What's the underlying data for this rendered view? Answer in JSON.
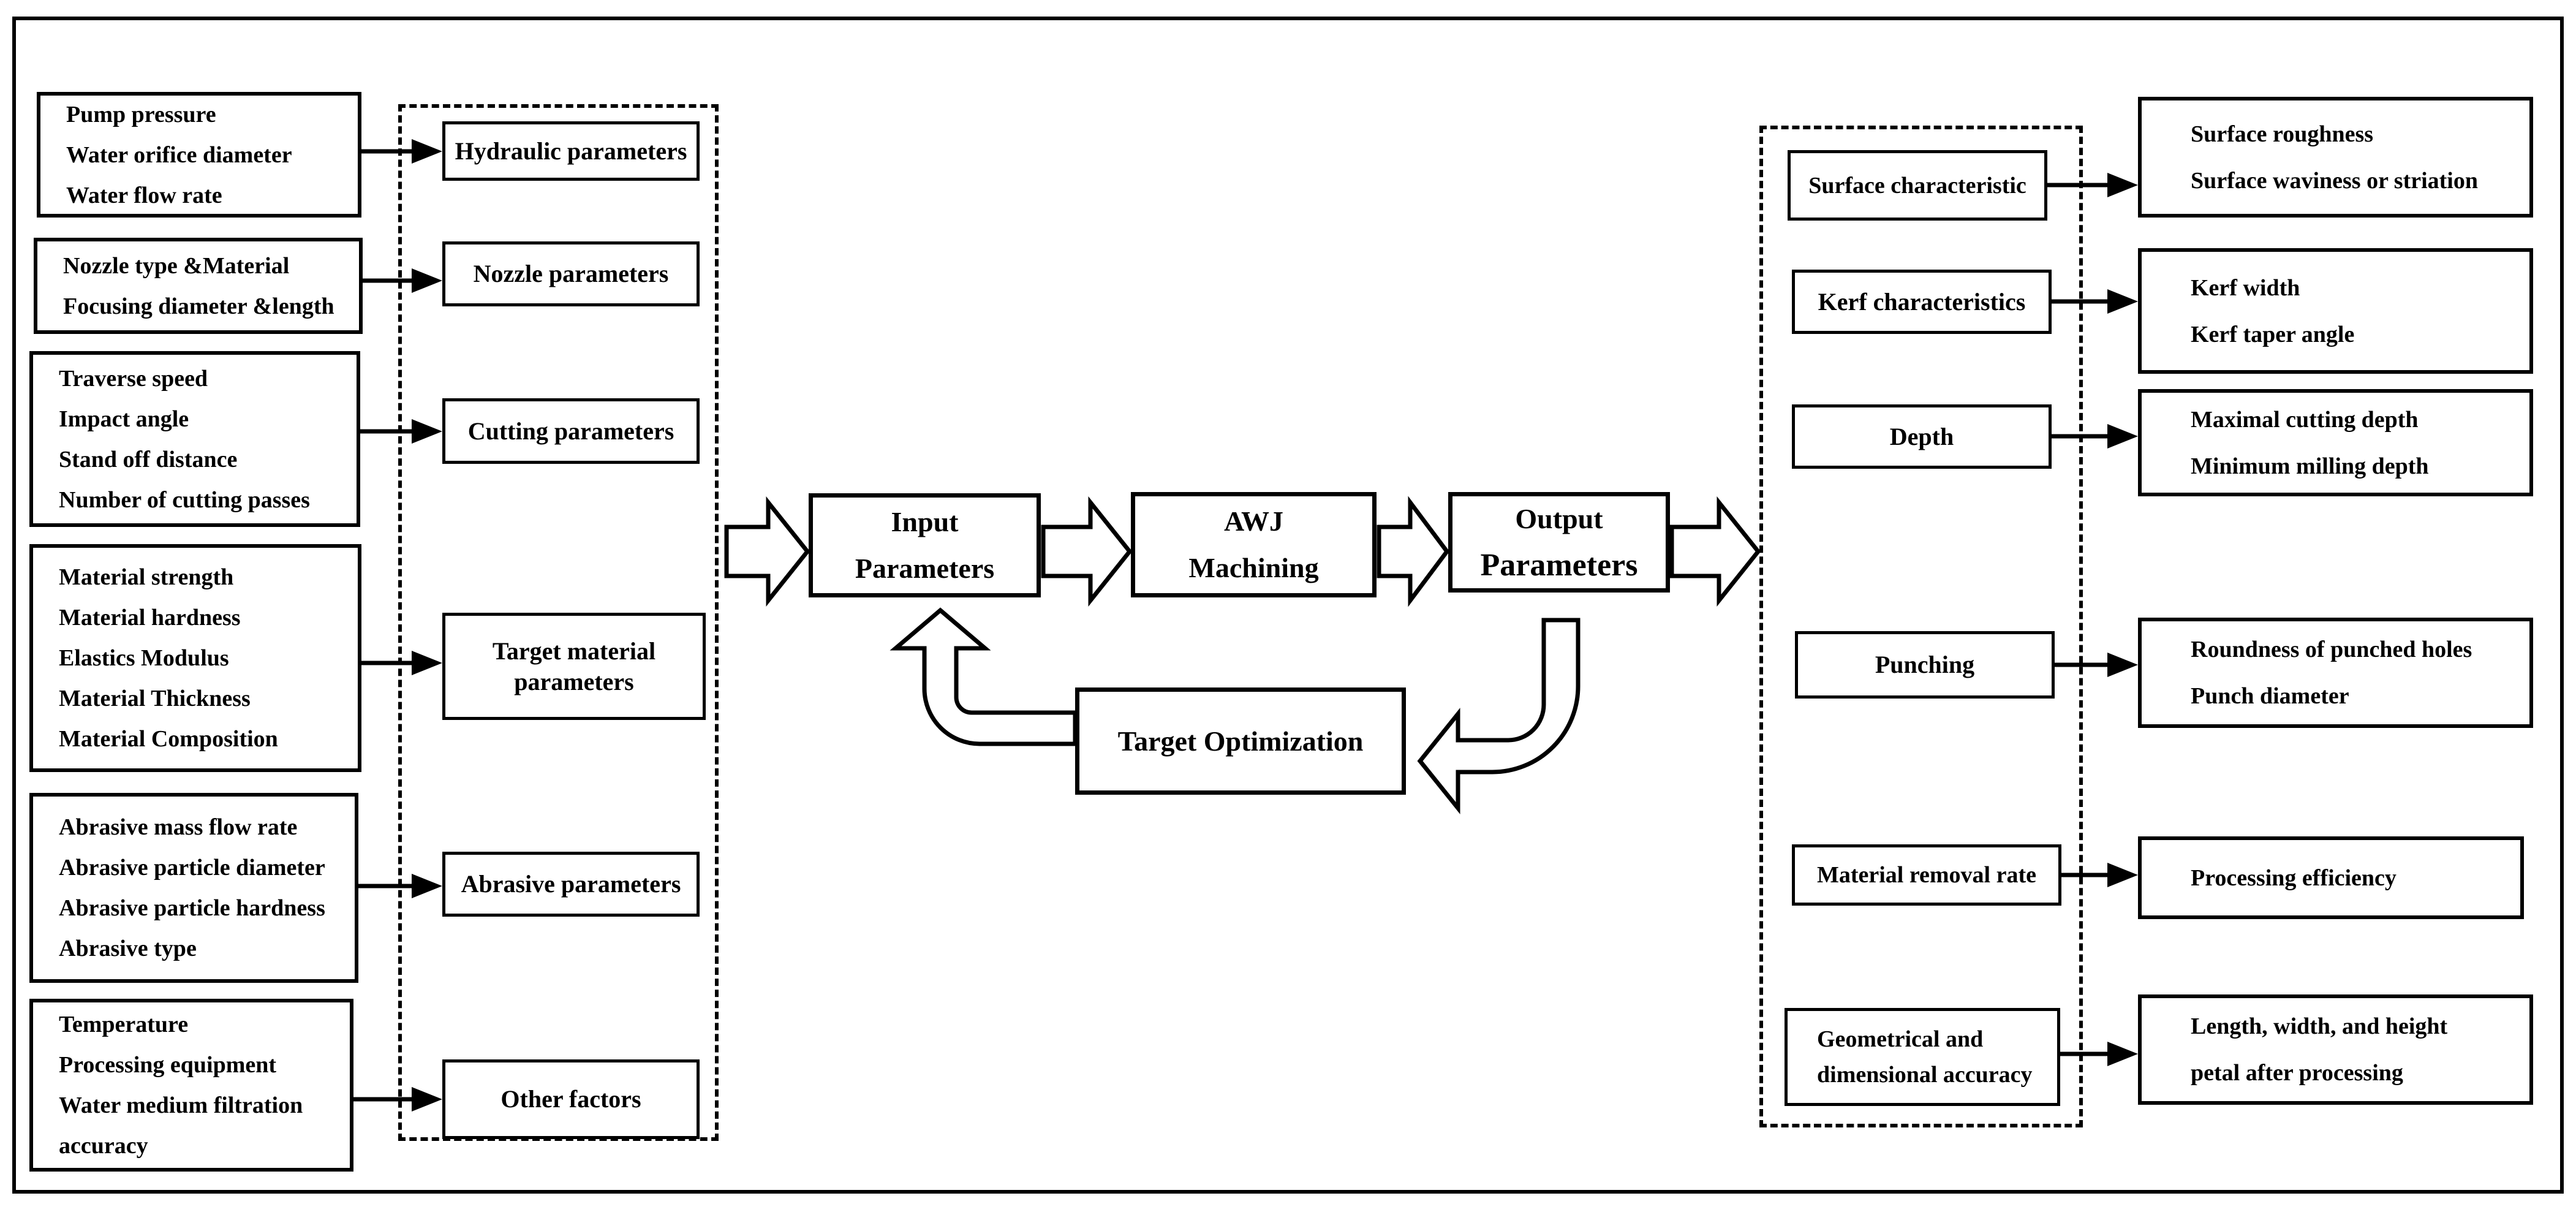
{
  "left_sources": [
    {
      "lines": [
        "Pump pressure",
        "Water orifice diameter",
        "Water flow rate"
      ]
    },
    {
      "lines": [
        "Nozzle type &Material",
        "Focusing diameter &length"
      ]
    },
    {
      "lines": [
        "Traverse speed",
        "Impact angle",
        "Stand off distance",
        "Number of cutting passes"
      ]
    },
    {
      "lines": [
        "Material strength",
        "Material hardness",
        "Elastics Modulus",
        "Material Thickness",
        "Material Composition"
      ]
    },
    {
      "lines": [
        "Abrasive mass flow rate",
        "Abrasive particle diameter",
        "Abrasive particle hardness",
        "Abrasive type"
      ]
    },
    {
      "lines": [
        "Temperature",
        "Processing equipment",
        "Water medium filtration accuracy"
      ]
    }
  ],
  "input_categories": [
    {
      "lines": [
        "Hydraulic parameters"
      ]
    },
    {
      "lines": [
        "Nozzle parameters"
      ]
    },
    {
      "lines": [
        "Cutting parameters"
      ]
    },
    {
      "lines": [
        "Target material",
        "parameters"
      ]
    },
    {
      "lines": [
        "Abrasive parameters"
      ]
    },
    {
      "lines": [
        "Other factors"
      ]
    }
  ],
  "process": {
    "input": {
      "lines": [
        "Input",
        "Parameters"
      ]
    },
    "machining": {
      "lines": [
        "AWJ",
        "Machining"
      ]
    },
    "output": {
      "lines": [
        "Output",
        "Parameters"
      ]
    },
    "optimization": {
      "lines": [
        "Target Optimization"
      ]
    }
  },
  "output_categories": [
    {
      "lines": [
        "Surface characteristic"
      ]
    },
    {
      "lines": [
        "Kerf characteristics"
      ]
    },
    {
      "lines": [
        "Depth"
      ]
    },
    {
      "lines": [
        "Punching"
      ]
    },
    {
      "lines": [
        "Material removal rate"
      ]
    },
    {
      "lines": [
        "Geometrical and",
        "dimensional accuracy"
      ]
    }
  ],
  "right_results": [
    {
      "lines": [
        "Surface roughness",
        "Surface waviness or striation"
      ]
    },
    {
      "lines": [
        "Kerf width",
        "Kerf taper angle"
      ]
    },
    {
      "lines": [
        "Maximal cutting depth",
        "Minimum milling depth"
      ]
    },
    {
      "lines": [
        "Roundness of punched holes",
        "Punch diameter"
      ]
    },
    {
      "lines": [
        "Processing efficiency"
      ]
    },
    {
      "lines": [
        "Length, width, and height",
        "petal after processing"
      ]
    }
  ],
  "colors": {
    "ink": "#000000",
    "paper": "#ffffff"
  }
}
